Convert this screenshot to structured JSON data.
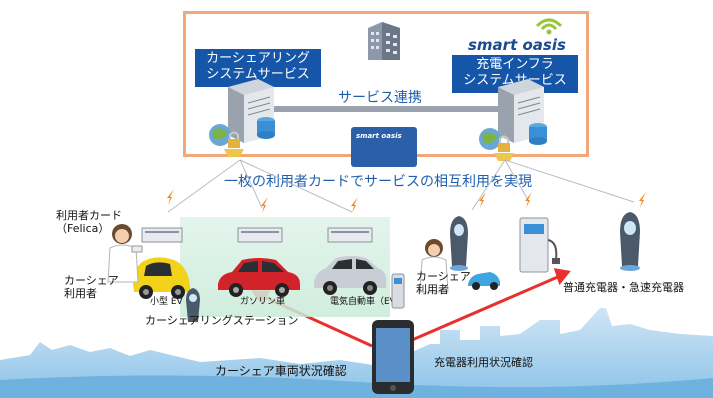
{
  "system_box": {
    "carshare_service": "カーシェアリング\nシステムサービス",
    "charging_service": "充電インフラ\nシステムサービス",
    "service_link": "サービス連携",
    "logo_text": "smart oasis"
  },
  "card_logo_text": "smart oasis",
  "shared_use_caption": "一枚の利用者カードでサービスの相互利用を実現",
  "user_card_label": "利用者カード\n（Felica）",
  "carshare_user_label": "カーシェア\n利用者",
  "carshare_user_label_right": "カーシェア\n利用者",
  "station_label": "カーシェアリングステーション",
  "vehicles": [
    {
      "label": "小型 EV",
      "color": "#f2d21b"
    },
    {
      "label": "ガソリン車",
      "color": "#d2232a"
    },
    {
      "label": "電気自動車（EV）",
      "color": "#c9ced6"
    }
  ],
  "chargers_label": "普通充電器・急速充電器",
  "carshare_status_label": "カーシェア車両状況確認",
  "charger_status_label": "充電器利用状況確認",
  "colors": {
    "accent_blue": "#1656a8",
    "frame_orange": "#f2a77a",
    "arrow_red": "#e8312e",
    "signal_orange": "#f08a1c"
  }
}
